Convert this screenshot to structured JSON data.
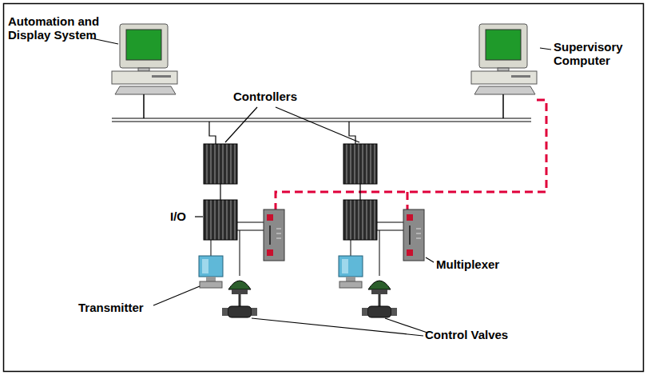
{
  "diagram": {
    "labels": [
      "Automation and Display System",
      "Supervisory Computer",
      "Controllers",
      "I/O",
      "Transmitter",
      "Multiplexer",
      "Control Valves"
    ]
  }
}
